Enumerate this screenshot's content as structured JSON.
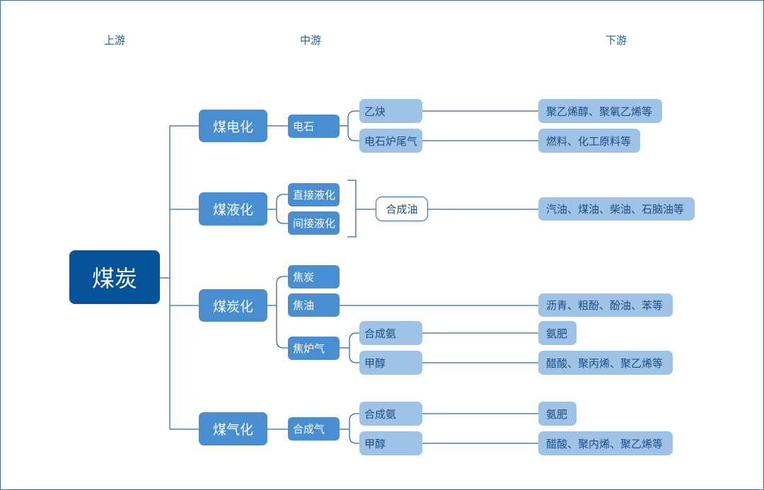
{
  "headers": {
    "upstream": "上游",
    "midstream": "中游",
    "downstream": "下游"
  },
  "root": "煤炭",
  "branches": {
    "power": {
      "label": "煤电化",
      "node": "电石",
      "products": [
        "乙炔",
        "电石炉尾气"
      ],
      "uses": [
        "聚乙烯醇、聚氧乙烯等",
        "燃料、化工原料等"
      ]
    },
    "liquid": {
      "label": "煤液化",
      "nodes": [
        "直接液化",
        "间接液化"
      ],
      "product": "合成油",
      "use": "汽油、煤油、柴油、石脑油等"
    },
    "coking": {
      "label": "煤炭化",
      "nodes": [
        "焦炭",
        "焦油",
        "焦炉气"
      ],
      "tar_use": "沥青、粗酚、酚油、苯等",
      "gas_products": [
        "合成氨",
        "甲醇"
      ],
      "gas_uses": [
        "氨肥",
        "醋酸、聚丙烯、聚乙烯等"
      ]
    },
    "gasification": {
      "label": "煤气化",
      "node": "合成气",
      "products": [
        "合成氨",
        "甲醇"
      ],
      "uses": [
        "氨肥",
        "醋酸、聚内烯、聚乙烯等"
      ]
    }
  },
  "colors": {
    "root": "#06539a",
    "level1": "#4a8ed2",
    "level2": "#4a8ed2",
    "light": "#9fc3e7",
    "line": "#2f6aa6",
    "text_dark": "#1b4f86"
  }
}
